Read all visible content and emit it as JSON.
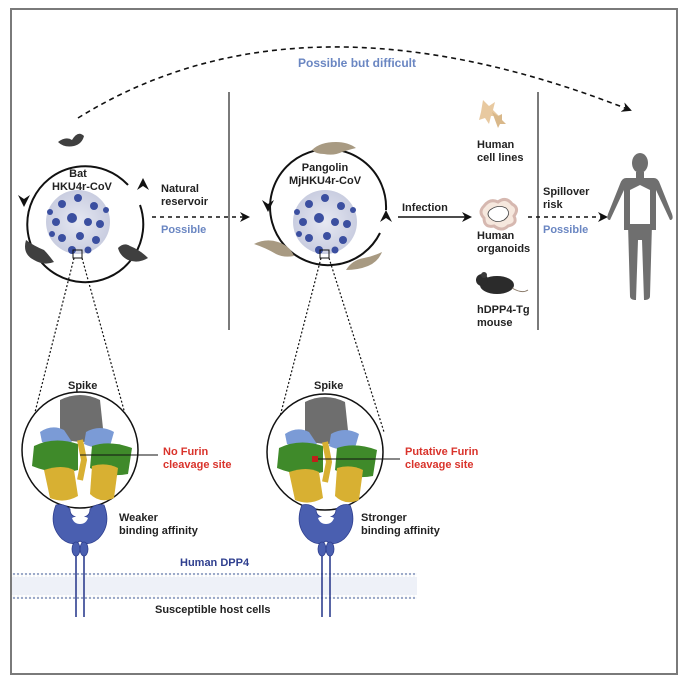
{
  "top_arc": {
    "label": "Possible but difficult"
  },
  "bat": {
    "title_line1": "Bat",
    "title_line2": "HKU4r-CoV"
  },
  "transition1": {
    "line1": "Natural",
    "line2": "reservoir",
    "status": "Possible"
  },
  "pangolin": {
    "title_line1": "Pangolin",
    "title_line2": "MjHKU4r-CoV"
  },
  "transition2": {
    "label": "Infection"
  },
  "models": [
    {
      "line1": "Human",
      "line2": "cell lines"
    },
    {
      "line1": "Human",
      "line2": "organoids"
    },
    {
      "line1": "hDPP4-Tg",
      "line2": "mouse"
    }
  ],
  "transition3": {
    "line1": "Spillover",
    "line2": "risk",
    "status": "Possible"
  },
  "spike_left": {
    "title": "Spike",
    "site_line1": "No Furin",
    "site_line2": "cleavage site",
    "affinity_line1": "Weaker",
    "affinity_line2": "binding affinity"
  },
  "spike_right": {
    "title": "Spike",
    "site_line1": "Putative Furin",
    "site_line2": "cleavage site",
    "affinity_line1": "Stronger",
    "affinity_line2": "binding affinity"
  },
  "receptor": {
    "label": "Human DPP4"
  },
  "membrane": {
    "label": "Susceptible host cells"
  },
  "colors": {
    "status_blue": "#6a86c2",
    "alert_red": "#d9332b",
    "receptor_blue": "#4a5fb0",
    "virus_blue": "#3b4fa0",
    "spike_gray": "#6e6e6e",
    "spike_lightblue": "#7b9bd6",
    "spike_green": "#3f8a2a",
    "spike_yellow": "#d8b032",
    "animal_bat": "#3f3f3f",
    "animal_pangolin": "#a89a82",
    "human": "#6f6f6f"
  }
}
